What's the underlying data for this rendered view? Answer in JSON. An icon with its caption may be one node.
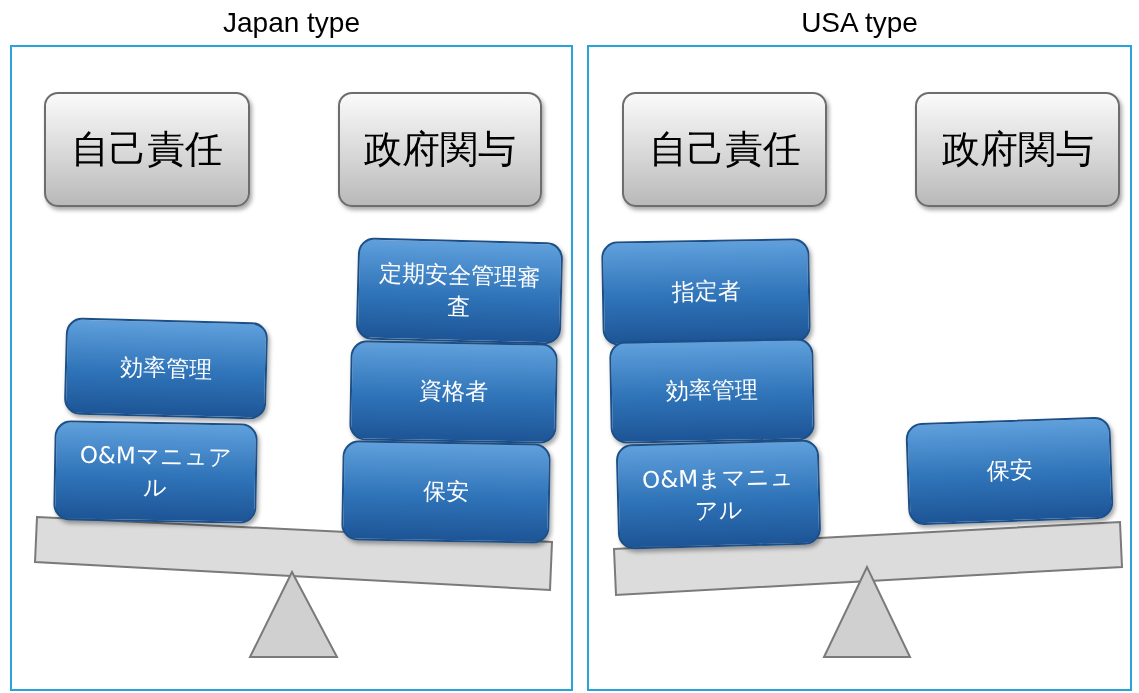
{
  "diagram": {
    "nodes": [
      {
        "text": [
          "Japan type"
        ]
      },
      {
        "text": [
          "自己責任"
        ],
        "in": 0
      },
      {
        "text": [
          "政府関与"
        ],
        "in": 0
      },
      {
        "text": [
          "効率管理"
        ],
        "in": 0
      },
      {
        "text": [
          "O&Mマニュアル"
        ],
        "in": 0
      },
      {
        "text": [
          "定期安全管理審査"
        ],
        "in": 0
      },
      {
        "text": [
          "資格者"
        ],
        "in": 0
      },
      {
        "text": [
          "保安"
        ],
        "in": 0
      },
      {
        "text": [
          "USA type"
        ]
      },
      {
        "text": [
          "自己責任"
        ],
        "in": 8
      },
      {
        "text": [
          "政府関与"
        ],
        "in": 8
      },
      {
        "text": [
          "指定者"
        ],
        "in": 8
      },
      {
        "text": [
          "効率管理"
        ],
        "in": 8
      },
      {
        "text": [
          "O&Mまマニュアル"
        ],
        "in": 8
      },
      {
        "text": [
          "保安"
        ],
        "in": 8
      }
    ],
    "edges": []
  }
}
